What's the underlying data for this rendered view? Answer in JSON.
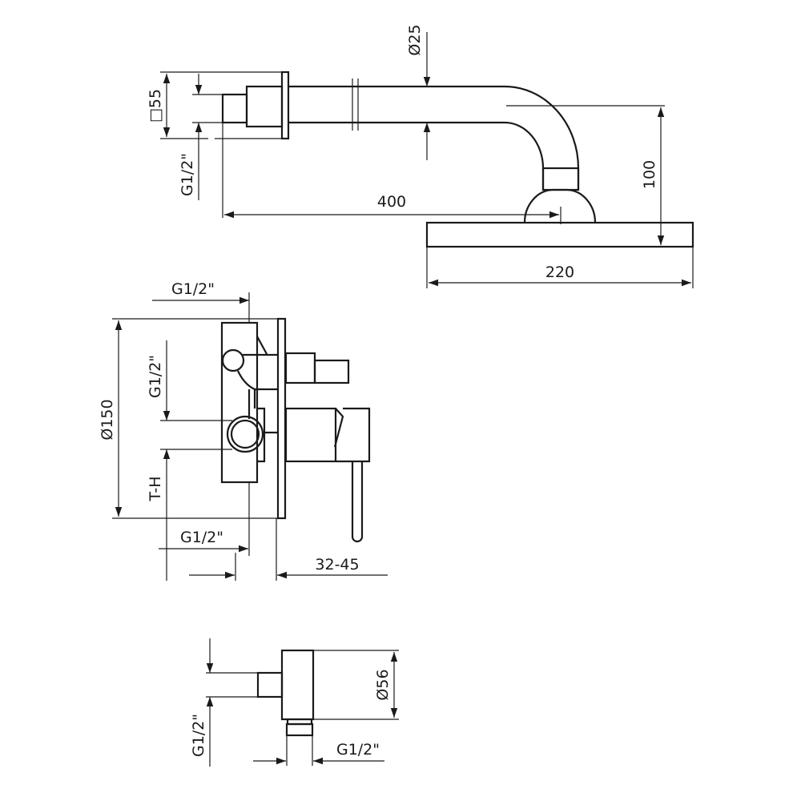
{
  "shower_arm": {
    "flange_square": "□55",
    "thread": "G1/2\"",
    "pipe_diameter": "Ø25",
    "length": "400",
    "drop": "100",
    "head_width": "220"
  },
  "mixer": {
    "top_thread": "G1/2\"",
    "plate_diameter": "Ø150",
    "side_thread": "G1/2\"",
    "height_label": "T-H",
    "bottom_thread": "G1/2\"",
    "depth_range": "32-45"
  },
  "wall_outlet": {
    "diameter": "Ø56",
    "inlet_thread": "G1/2\"",
    "outlet_thread": "G1/2\""
  },
  "colors": {
    "line": "#1a1a1a",
    "background": "#ffffff"
  }
}
